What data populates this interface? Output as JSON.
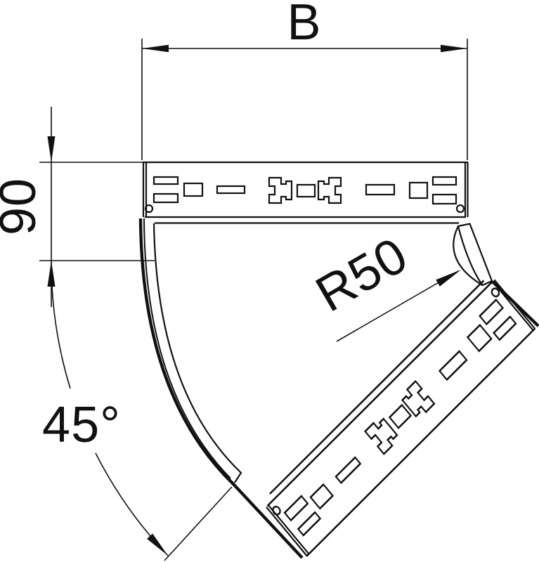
{
  "drawing": {
    "labels": {
      "width_label": "B",
      "height_label": "90",
      "angle_label": "45°",
      "radius_label": "R50"
    },
    "colors": {
      "line": "#111111",
      "background": "#ffffff"
    }
  }
}
